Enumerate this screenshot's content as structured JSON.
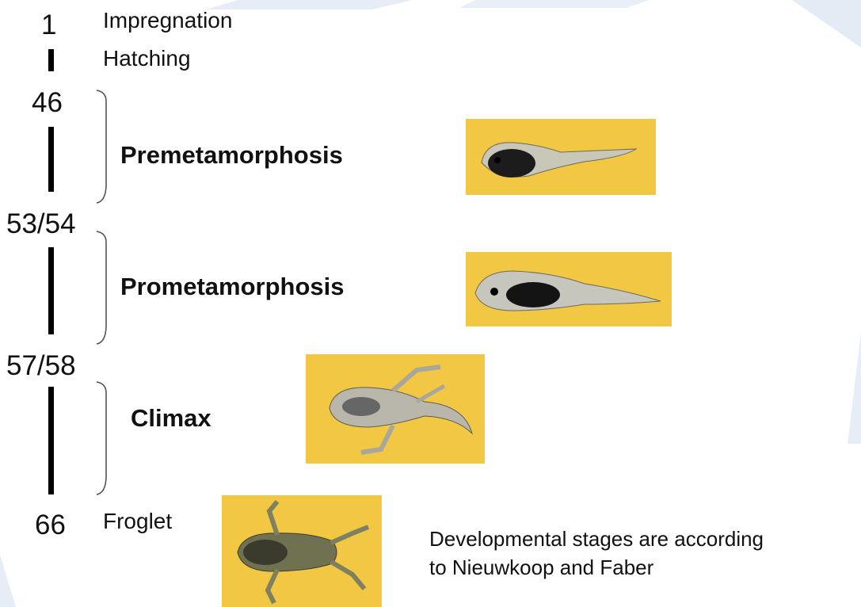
{
  "stages": [
    {
      "number": "1",
      "label": "Impregnation"
    },
    {
      "number": "",
      "label": "Hatching"
    },
    {
      "number": "46",
      "label": ""
    },
    {
      "number": "53/54",
      "label": ""
    },
    {
      "number": "57/58",
      "label": ""
    },
    {
      "number": "66",
      "label": "Froglet"
    }
  ],
  "phases": [
    {
      "label": "Premetamorphosis"
    },
    {
      "label": "Prometamorphosis"
    },
    {
      "label": "Climax"
    }
  ],
  "photos": [
    {
      "icon": "tadpole-premetamorphosis-photo"
    },
    {
      "icon": "tadpole-prometamorphosis-photo"
    },
    {
      "icon": "tadpole-climax-photo"
    },
    {
      "icon": "froglet-photo"
    }
  ],
  "note": {
    "line1": "Developmental stages are according",
    "line2": "to Nieuwkoop and Faber"
  },
  "colors": {
    "photo_background": "#f2c744",
    "line": "#000000",
    "decor": "#dfe8f3"
  }
}
